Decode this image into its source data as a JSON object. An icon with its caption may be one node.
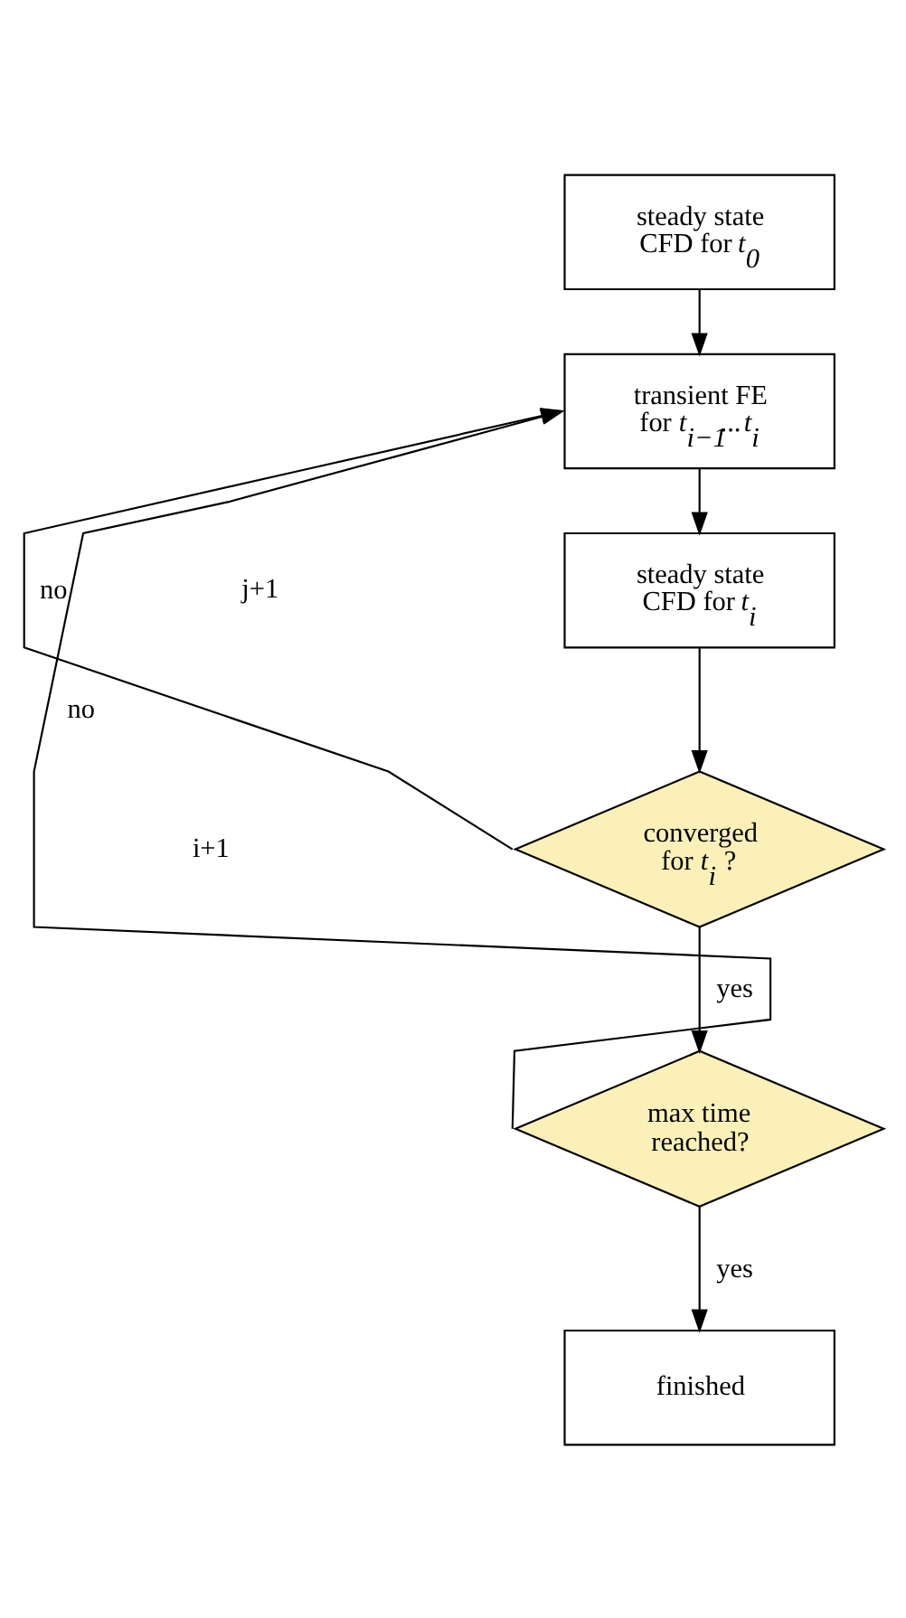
{
  "diagram": {
    "nodes": [
      {
        "text": [
          "steady state CFD for *t*$_{0}$"
        ]
      },
      {
        "text": [
          "transient FE for *t*$_{i−1}$...*t*$_{i}$"
        ]
      },
      {
        "text": [
          "steady state CFD for *t*$_{i}$"
        ]
      },
      {
        "text": [
          "converged for *t*$_{i}$ ?"
        ]
      },
      {
        "text": [
          "max time reached?"
        ]
      },
      {
        "text": [
          "finished"
        ]
      }
    ],
    "edges": [
      {
        "from": 0,
        "to": 1,
        "arrow": "to"
      },
      {
        "from": 1,
        "to": 2,
        "arrow": "to"
      },
      {
        "from": 2,
        "to": 3,
        "arrow": "to"
      },
      {
        "from": 3,
        "to": 1,
        "arrow": "to",
        "label": "no"
      },
      {
        "from": 3,
        "to": 4,
        "arrow": "to",
        "label": "yes"
      },
      {
        "from": 4,
        "to": 1,
        "arrow": "to",
        "label": "no"
      },
      {
        "from": 4,
        "to": 5,
        "arrow": "to",
        "label": "yes"
      }
    ],
    "labels": [
      "j+1",
      "i+1"
    ]
  }
}
